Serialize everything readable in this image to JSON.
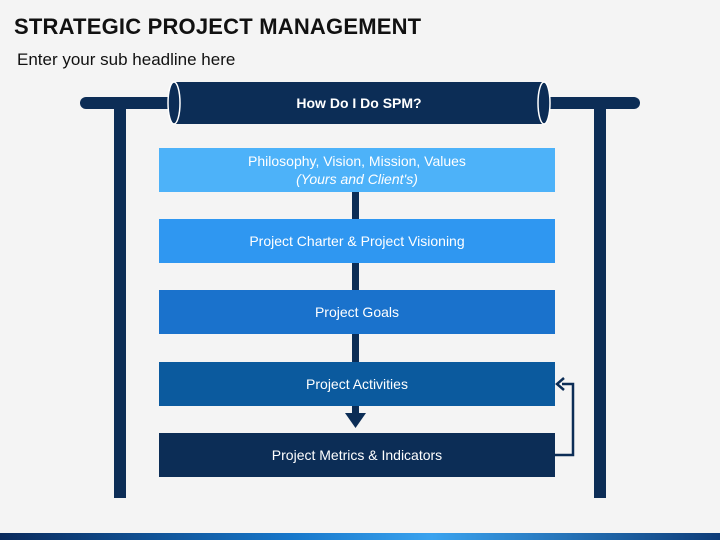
{
  "header": {
    "title": "STRATEGIC PROJECT MANAGEMENT",
    "subtitle": "Enter your sub headline here"
  },
  "banner": {
    "label": "How Do I Do SPM?"
  },
  "steps": [
    {
      "label": "Philosophy, Vision, Mission, Values",
      "note": "(Yours and Client's)"
    },
    {
      "label": "Project Charter & Project Visioning"
    },
    {
      "label": "Project Goals"
    },
    {
      "label": "Project Activities"
    },
    {
      "label": "Project Metrics & Indicators"
    }
  ],
  "colors": {
    "dark_navy": "#0c2d56",
    "step_1": "#4db2f9",
    "step_2": "#2f97f1",
    "step_3": "#1a72cc",
    "step_4": "#0b5a9e",
    "step_5": "#0c2d56"
  }
}
